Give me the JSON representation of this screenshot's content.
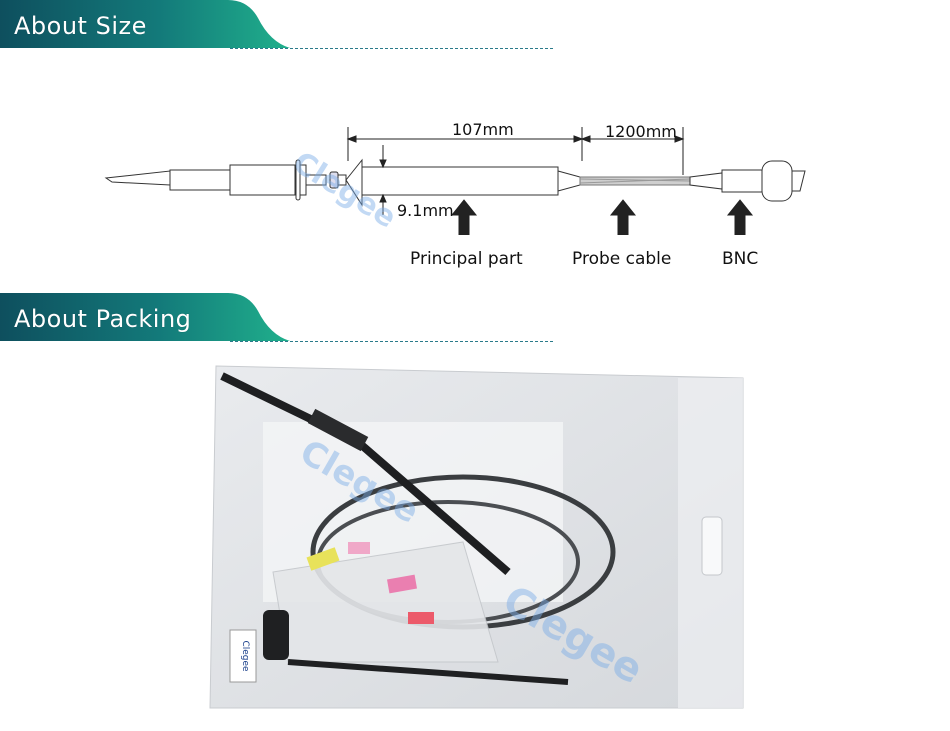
{
  "sections": {
    "size_title": "About Size",
    "packing_title": "About Packing"
  },
  "colors": {
    "header_dark": "#0e5a66",
    "header_light": "#19a58c",
    "dash_line": "#2a7a8a"
  },
  "dimensions": {
    "principal_length": "107mm",
    "cable_length": "1200mm",
    "diameter": "9.1mm"
  },
  "parts": {
    "principal": "Principal part",
    "cable": "Probe cable",
    "bnc": "BNC"
  },
  "watermark": {
    "text": "Clegee"
  },
  "packaging": {
    "label_brand": "Clegee"
  }
}
